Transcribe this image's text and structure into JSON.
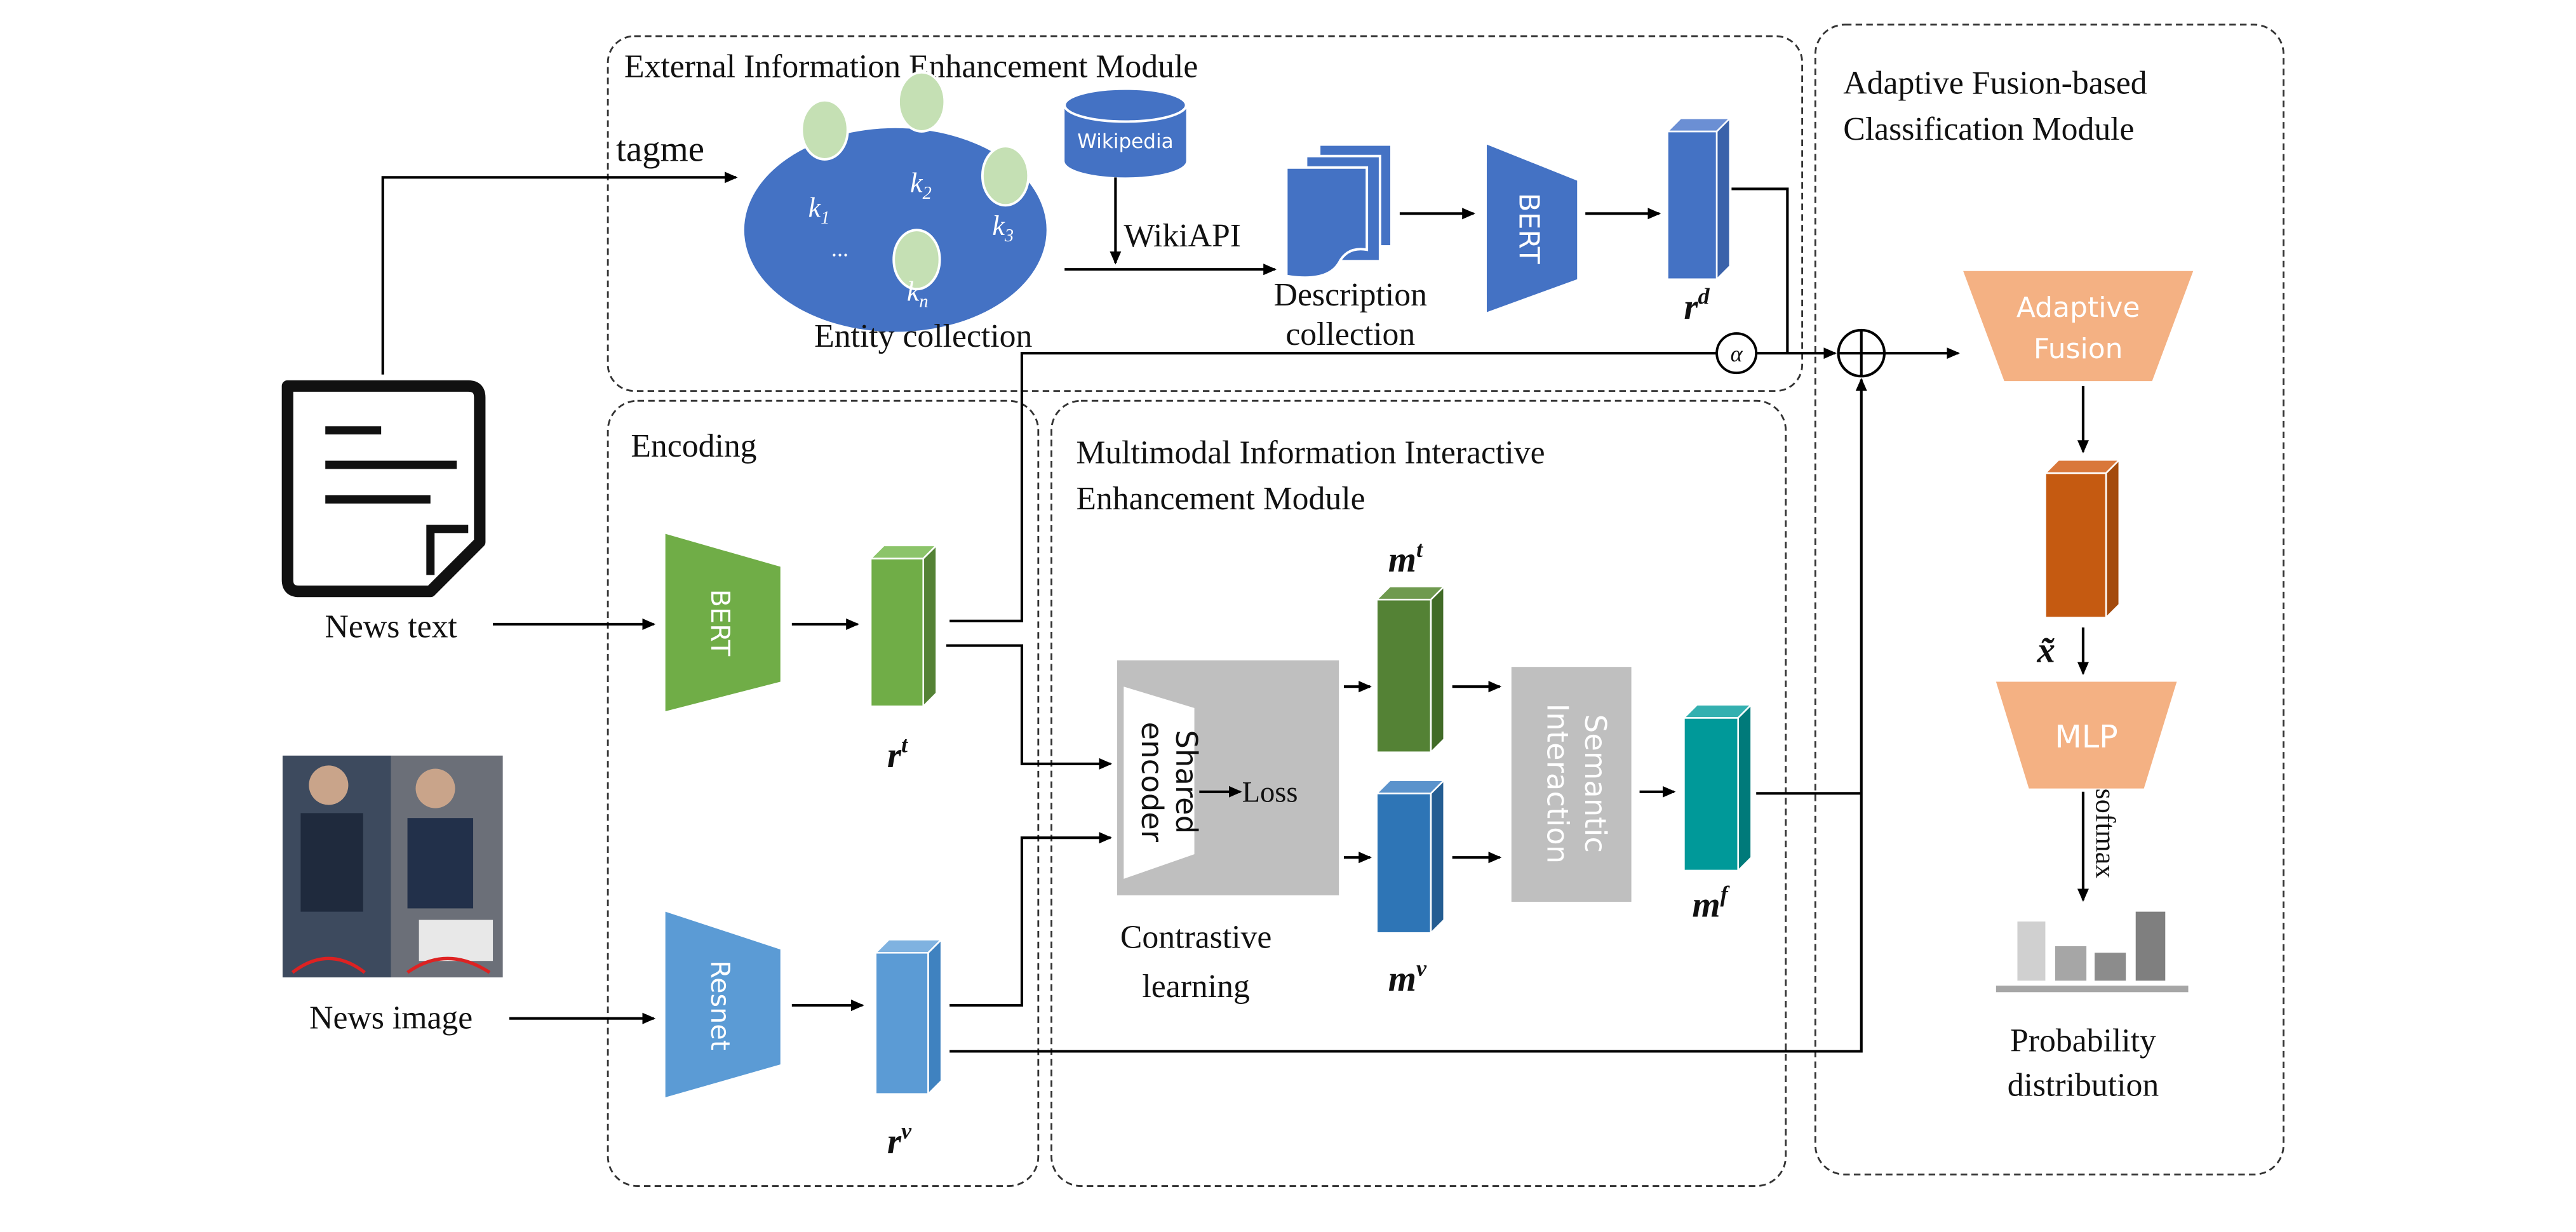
{
  "modules": {
    "external": "External Information Enhancement Module",
    "adaptive_line1": "Adaptive Fusion-based",
    "adaptive_line2": "Classification Module",
    "encoding": "Encoding",
    "multimodal_line1": "Multimodal Information Interactive",
    "multimodal_line2": "Enhancement Module"
  },
  "inputs": {
    "news_text": "News text",
    "news_image": "News image"
  },
  "external": {
    "tagme": "tagme",
    "entities": [
      "k",
      "k",
      "k",
      "k"
    ],
    "entity_subscripts": [
      "1",
      "2",
      "3",
      "n"
    ],
    "ellipsis": "...",
    "entity_collection": "Entity collection",
    "wikipedia": "Wikipedia",
    "wikiapi": "WikiAPI",
    "description_line1": "Description",
    "description_line2": "collection",
    "bert": "BERT",
    "rd": "r",
    "rd_sup": "d",
    "alpha": "α"
  },
  "encoding": {
    "bert": "BERT",
    "resnet": "Resnet",
    "rt": "r",
    "rt_sup": "t",
    "rv": "r",
    "rv_sup": "v"
  },
  "multimodal": {
    "shared_line1": "Shared",
    "shared_line2": "encoder",
    "loss": "Loss",
    "contrastive_line1": "Contrastive",
    "contrastive_line2": "learning",
    "mt": "m",
    "mt_sup": "t",
    "mv": "m",
    "mv_sup": "v",
    "semantic_line1": "Semantic",
    "semantic_line2": "Interaction",
    "mf": "m",
    "mf_sup": "f"
  },
  "classification": {
    "adaptive_line1": "Adaptive",
    "adaptive_line2": "Fusion",
    "x_tilde": "x̃",
    "mlp": "MLP",
    "softmax": "softmax",
    "prob_line1": "Probability",
    "prob_line2": "distribution"
  },
  "colors": {
    "blue": "#4472C4",
    "green": "#70AD47",
    "dark_green": "#548235",
    "resnet_blue": "#5B9BD5",
    "mid_blue": "#2E75B6",
    "teal": "#009999",
    "orange_light": "#F4B183",
    "orange_dark": "#C55A11",
    "grey": "#BFBFBF",
    "entity_fill": "#C5E0B4"
  }
}
